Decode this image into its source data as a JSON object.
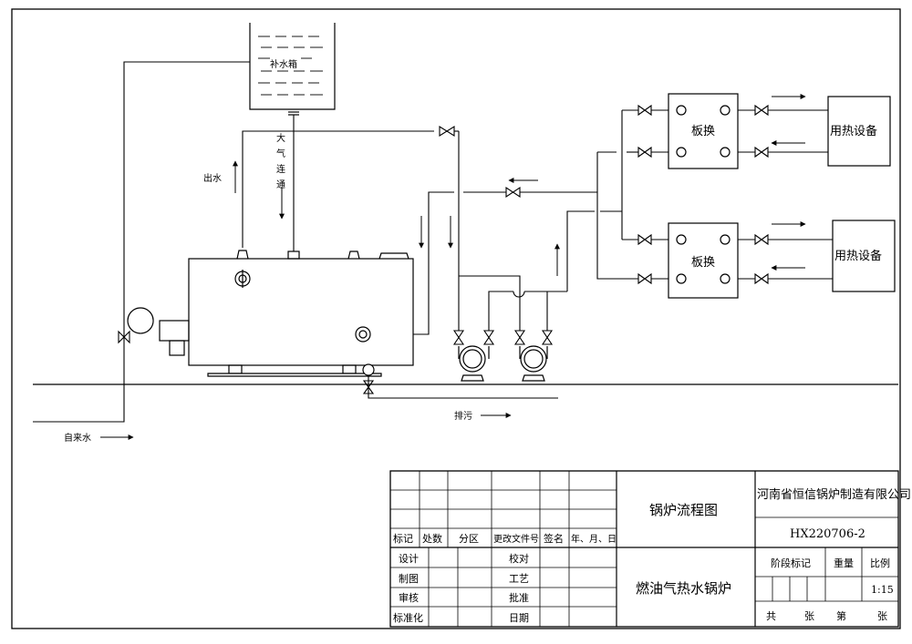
{
  "diagram": {
    "labels": {
      "water_tank": "补水箱",
      "air_connect_1": "大",
      "air_connect_2": "气",
      "air_connect_3": "连",
      "air_connect_4": "通",
      "water_out": "出水",
      "tap_water": "自来水",
      "drain": "排污",
      "plate_exchanger_top": "板换",
      "plate_exchanger_bottom": "板换",
      "heat_user_top": "用热设备",
      "heat_user_bottom": "用热设备"
    }
  },
  "title_block": {
    "rev_headers": [
      "标记",
      "处数",
      "分区",
      "更改文件号",
      "签名",
      "年、月、日"
    ],
    "sign_rows": [
      "设计",
      "制图",
      "审核",
      "标准化"
    ],
    "sign_rows2": [
      "校对",
      "工艺",
      "批准",
      "日期"
    ],
    "drawing_name": "锅炉流程图",
    "product_name": "燃油气热水锅炉",
    "company": "河南省恒信锅炉制造有限公司",
    "drawing_no": "HX220706-2",
    "stage_mark": "阶段标记",
    "weight": "重量",
    "scale_label": "比例",
    "scale_value": "1:15",
    "total": "共",
    "sheets1": "张",
    "nth": "第",
    "sheets2": "张"
  }
}
